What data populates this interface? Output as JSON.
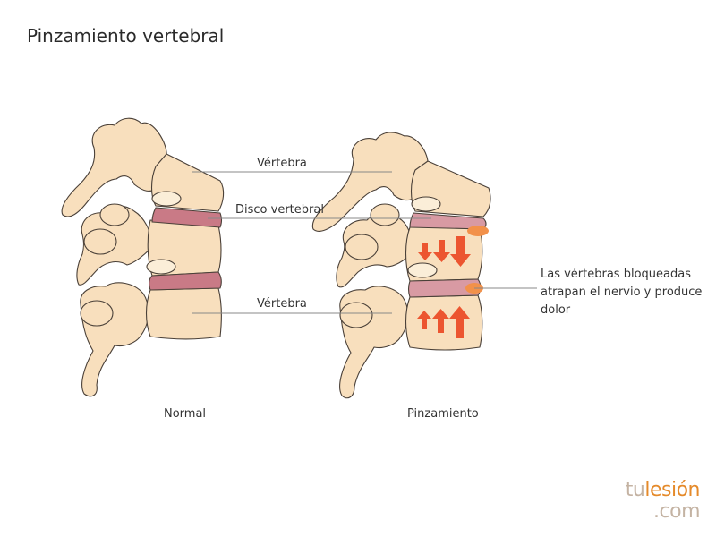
{
  "title": "Pinzamiento vertebral",
  "labels": {
    "vertebra_top": "Vértebra",
    "disc": "Disco vertebral",
    "vertebra_bottom": "Vértebra",
    "note": "Las vértebras bloqueadas atrapan el nervio y produce dolor"
  },
  "captions": {
    "normal": "Normal",
    "pinched": "Pinzamiento"
  },
  "logo": {
    "part1": "tu",
    "part2": "lesión",
    "part3": ".com"
  },
  "colors": {
    "bone": "#f8dfbd",
    "bone_outline": "#4a4038",
    "disc": "#c97a86",
    "inflamed": "#f2914a",
    "arrow": "#ec5530",
    "leader": "#888888"
  }
}
